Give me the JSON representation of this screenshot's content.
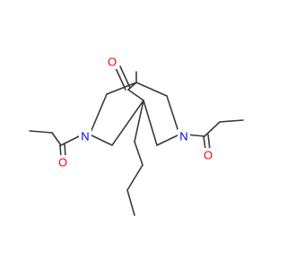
{
  "molecule": {
    "atom_colors": {
      "O": "#ff0000",
      "N": "#0000ff",
      "C": "#3a3a3a"
    },
    "labels": {
      "o_bridge": "O",
      "n_left": "N",
      "n_right": "N",
      "o_left": "O",
      "o_right": "O"
    }
  }
}
